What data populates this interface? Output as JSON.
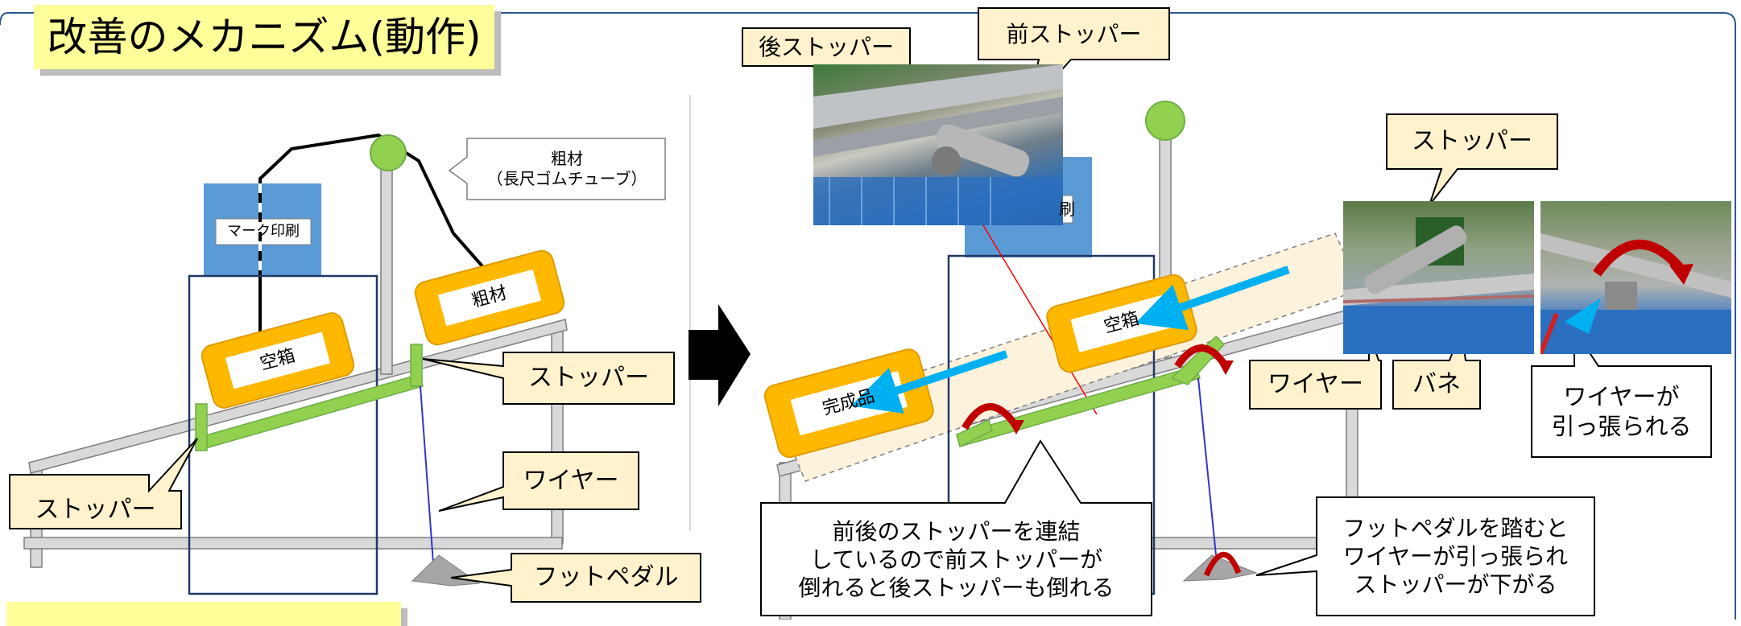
{
  "title": "改善のメカニズム(動作)",
  "left_diagram": {
    "raw_material_callout": "粗材\n（長尺ゴムチューブ）",
    "marking_unit": "マーク印刷",
    "empty_box": "空箱",
    "raw_material_box": "粗材",
    "stopper_right": "ストッパー",
    "stopper_left": "ストッパー",
    "wire": "ワイヤー",
    "foot_pedal": "フットペダル"
  },
  "right_diagram": {
    "rear_stopper": "後ストッパー",
    "front_stopper": "前ストッパー",
    "marking_partial": "刷",
    "empty_box": "空箱",
    "finished_box": "完成品",
    "stopper_photo": "ストッパー",
    "wire_photo": "ワイヤー",
    "spring_photo": "バネ",
    "wire_pulled": "ワイヤーが\n引っ張られる",
    "linked_note": "前後のストッパーを連結\nしているので前ストッパーが\n倒れると後ストッパーも倒れる",
    "pedal_note": "フットペダルを踏むと\nワイヤーが引っ張られ\nストッパーが下がる"
  },
  "colors": {
    "callout_fill": "#fff2cc",
    "title_fill": "#ffff99",
    "box_orange": "#ffb800",
    "lever_green": "#92d050",
    "marker_blue": "#5b9bd5",
    "arrow_cyan": "#00b0f0",
    "rotate_red": "#c00000",
    "frame_gray": "#d9d9d9",
    "conveyor_cream": "#fdf2dc",
    "frame_border": "#2f5597"
  },
  "icons": [
    "right-arrow-icon",
    "rotate-arrow-icon",
    "foot-pedal-icon"
  ]
}
